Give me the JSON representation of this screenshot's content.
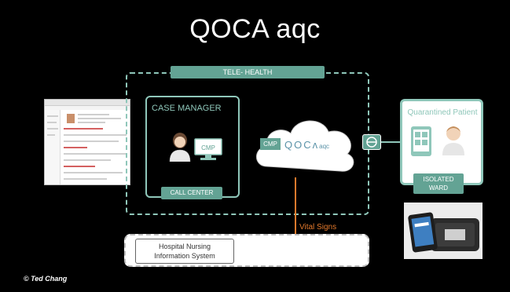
{
  "title": "QOCA aqc",
  "tele_health": {
    "label": "TELE- HEALTH"
  },
  "case_manager": {
    "title": "CASE MANAGER",
    "monitor_text": "CMP",
    "footer": "CALL CENTER"
  },
  "cloud": {
    "badge": "CMP",
    "logo_main": "QOCᴧ",
    "logo_sub": "aqc"
  },
  "quarantined": {
    "title": "Quarantined Patient",
    "footer_line1": "ISOLATED",
    "footer_line2": "WARD"
  },
  "vital_signs": {
    "label": "Vital Signs"
  },
  "hospital": {
    "line1": "Hospital Nursing",
    "line2": "Information System"
  },
  "credit": "© Ted Chang",
  "colors": {
    "accent": "#63a394",
    "accent_light": "#8fc7ba",
    "vital": "#e57a2c",
    "logo_blue": "#5b93a8"
  },
  "icons": [
    "person-icon",
    "monitor-icon",
    "cloud-icon",
    "tablet-icon",
    "patient-icon",
    "connector-icon"
  ]
}
